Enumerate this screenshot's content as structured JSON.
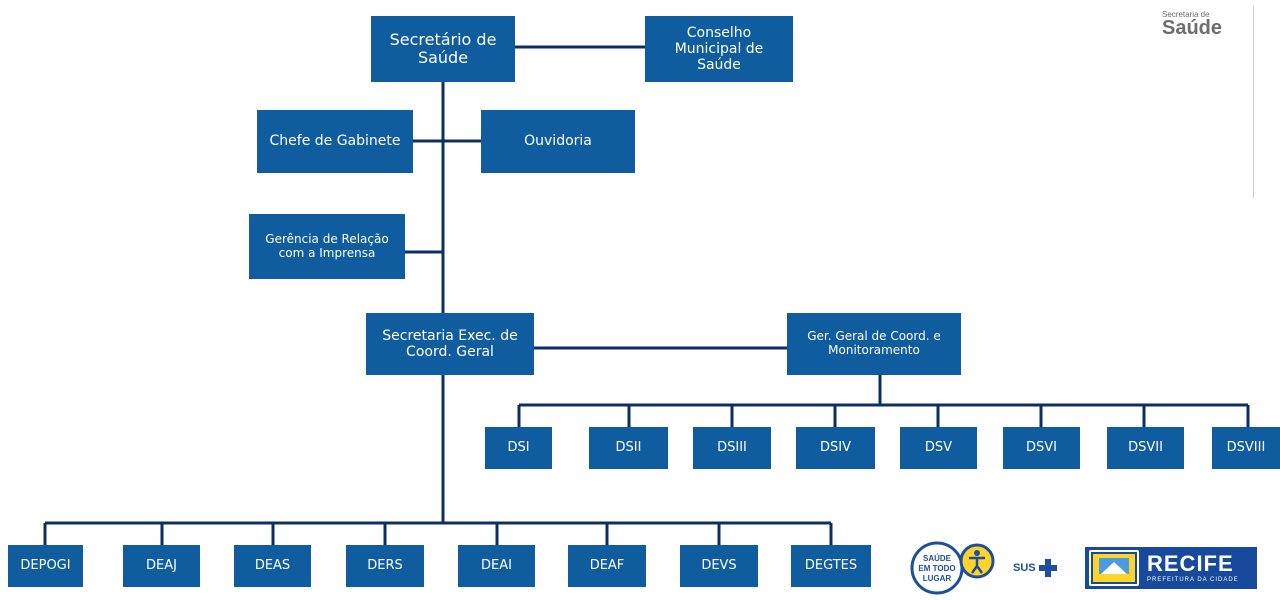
{
  "org": {
    "secretario": "Secretário de\nSaúde",
    "conselho": "Conselho\nMunicipal de\nSaúde",
    "chefe": "Chefe de Gabinete",
    "ouvidoria": "Ouvidoria",
    "gerencia_imprensa": "Gerência de Relação\ncom a Imprensa",
    "secretaria_exec": "Secretaria Exec. de\nCoord. Geral",
    "ger_geral": "Ger. Geral de Coord. e\nMonitoramento",
    "distritos": [
      "DSI",
      "DSII",
      "DSIII",
      "DSIV",
      "DSV",
      "DSVI",
      "DSVII",
      "DSVIII"
    ],
    "departamentos": [
      "DEPOGI",
      "DEAJ",
      "DEAS",
      "DERS",
      "DEAI",
      "DEAF",
      "DEVS",
      "DEGTES"
    ]
  },
  "branding": {
    "top_small": "Secretaria de",
    "top_big": "Saúde",
    "saude_logo_lines": [
      "SAÚDE",
      "EM TODO",
      "LUGAR"
    ],
    "sus_text": "SUS",
    "recife_name": "RECIFE",
    "recife_sub": "PREFEITURA DA CIDADE"
  },
  "colors": {
    "box": "#0f5d9e",
    "line": "#0c2f63",
    "brand_blue": "#174a9c"
  }
}
